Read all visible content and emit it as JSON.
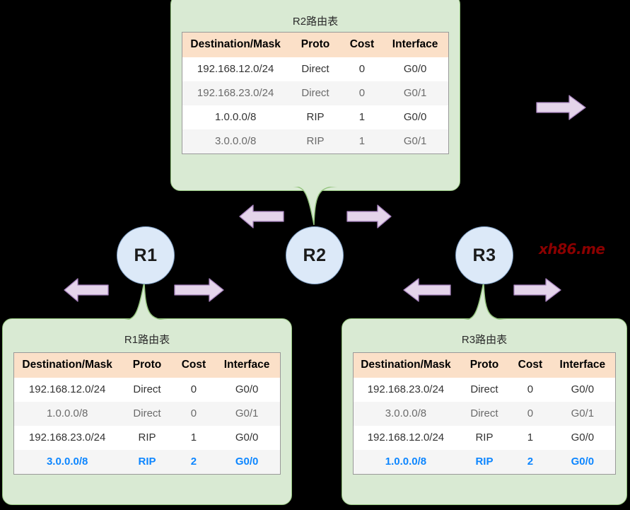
{
  "diagram": {
    "background_color": "#000000",
    "callout_fill": "#d9ead3",
    "callout_border": "#93c47d",
    "header_fill": "#fbe0c8",
    "alt_row_fill": "#f5f5f5",
    "highlight_color": "#0d86ff",
    "router_fill": "#dce9f8",
    "router_border": "#7f9fc4",
    "arrow_fill": "#e4d4ea",
    "arrow_border": "#a884bf",
    "watermark_color": "#8b0000"
  },
  "watermark": {
    "text": "xh86.me"
  },
  "routers": [
    {
      "id": "r1",
      "label": "R1"
    },
    {
      "id": "r2",
      "label": "R2"
    },
    {
      "id": "r3",
      "label": "R3"
    }
  ],
  "columns": [
    "Destination/Mask",
    "Proto",
    "Cost",
    "Interface"
  ],
  "tables": {
    "r2": {
      "title": "R2路由表",
      "columns": [
        "Destination/Mask",
        "Proto",
        "Cost",
        "Interface"
      ],
      "rows": [
        {
          "style": "normal",
          "dest": "192.168.12.0/24",
          "proto": "Direct",
          "cost": "0",
          "interface": "G0/0"
        },
        {
          "style": "alt",
          "dest": "192.168.23.0/24",
          "proto": "Direct",
          "cost": "0",
          "interface": "G0/1"
        },
        {
          "style": "normal",
          "dest": "1.0.0.0/8",
          "proto": "RIP",
          "cost": "1",
          "interface": "G0/0"
        },
        {
          "style": "alt-plain",
          "dest": "3.0.0.0/8",
          "proto": "RIP",
          "cost": "1",
          "interface": "G0/1"
        }
      ]
    },
    "r1": {
      "title": "R1路由表",
      "columns": [
        "Destination/Mask",
        "Proto",
        "Cost",
        "Interface"
      ],
      "rows": [
        {
          "style": "normal",
          "dest": "192.168.12.0/24",
          "proto": "Direct",
          "cost": "0",
          "interface": "G0/0"
        },
        {
          "style": "alt",
          "dest": "1.0.0.0/8",
          "proto": "Direct",
          "cost": "0",
          "interface": "G0/1"
        },
        {
          "style": "normal",
          "dest": "192.168.23.0/24",
          "proto": "RIP",
          "cost": "1",
          "interface": "G0/0"
        },
        {
          "style": "highlight",
          "dest": "3.0.0.0/8",
          "proto": "RIP",
          "cost": "2",
          "interface": "G0/0"
        }
      ]
    },
    "r3": {
      "title": "R3路由表",
      "columns": [
        "Destination/Mask",
        "Proto",
        "Cost",
        "Interface"
      ],
      "rows": [
        {
          "style": "normal",
          "dest": "192.168.23.0/24",
          "proto": "Direct",
          "cost": "0",
          "interface": "G0/0"
        },
        {
          "style": "alt",
          "dest": "3.0.0.0/8",
          "proto": "Direct",
          "cost": "0",
          "interface": "G0/1"
        },
        {
          "style": "normal",
          "dest": "192.168.12.0/24",
          "proto": "RIP",
          "cost": "1",
          "interface": "G0/0"
        },
        {
          "style": "highlight",
          "dest": "1.0.0.0/8",
          "proto": "RIP",
          "cost": "2",
          "interface": "G0/0"
        }
      ]
    }
  },
  "arrows": [
    {
      "id": "a-topright",
      "direction": "right"
    },
    {
      "id": "a-r2-left",
      "direction": "left"
    },
    {
      "id": "a-r2-right",
      "direction": "right"
    },
    {
      "id": "a-r1-left",
      "direction": "left"
    },
    {
      "id": "a-r1-right",
      "direction": "right"
    },
    {
      "id": "a-r3-left",
      "direction": "left"
    },
    {
      "id": "a-r3-right",
      "direction": "right"
    }
  ]
}
